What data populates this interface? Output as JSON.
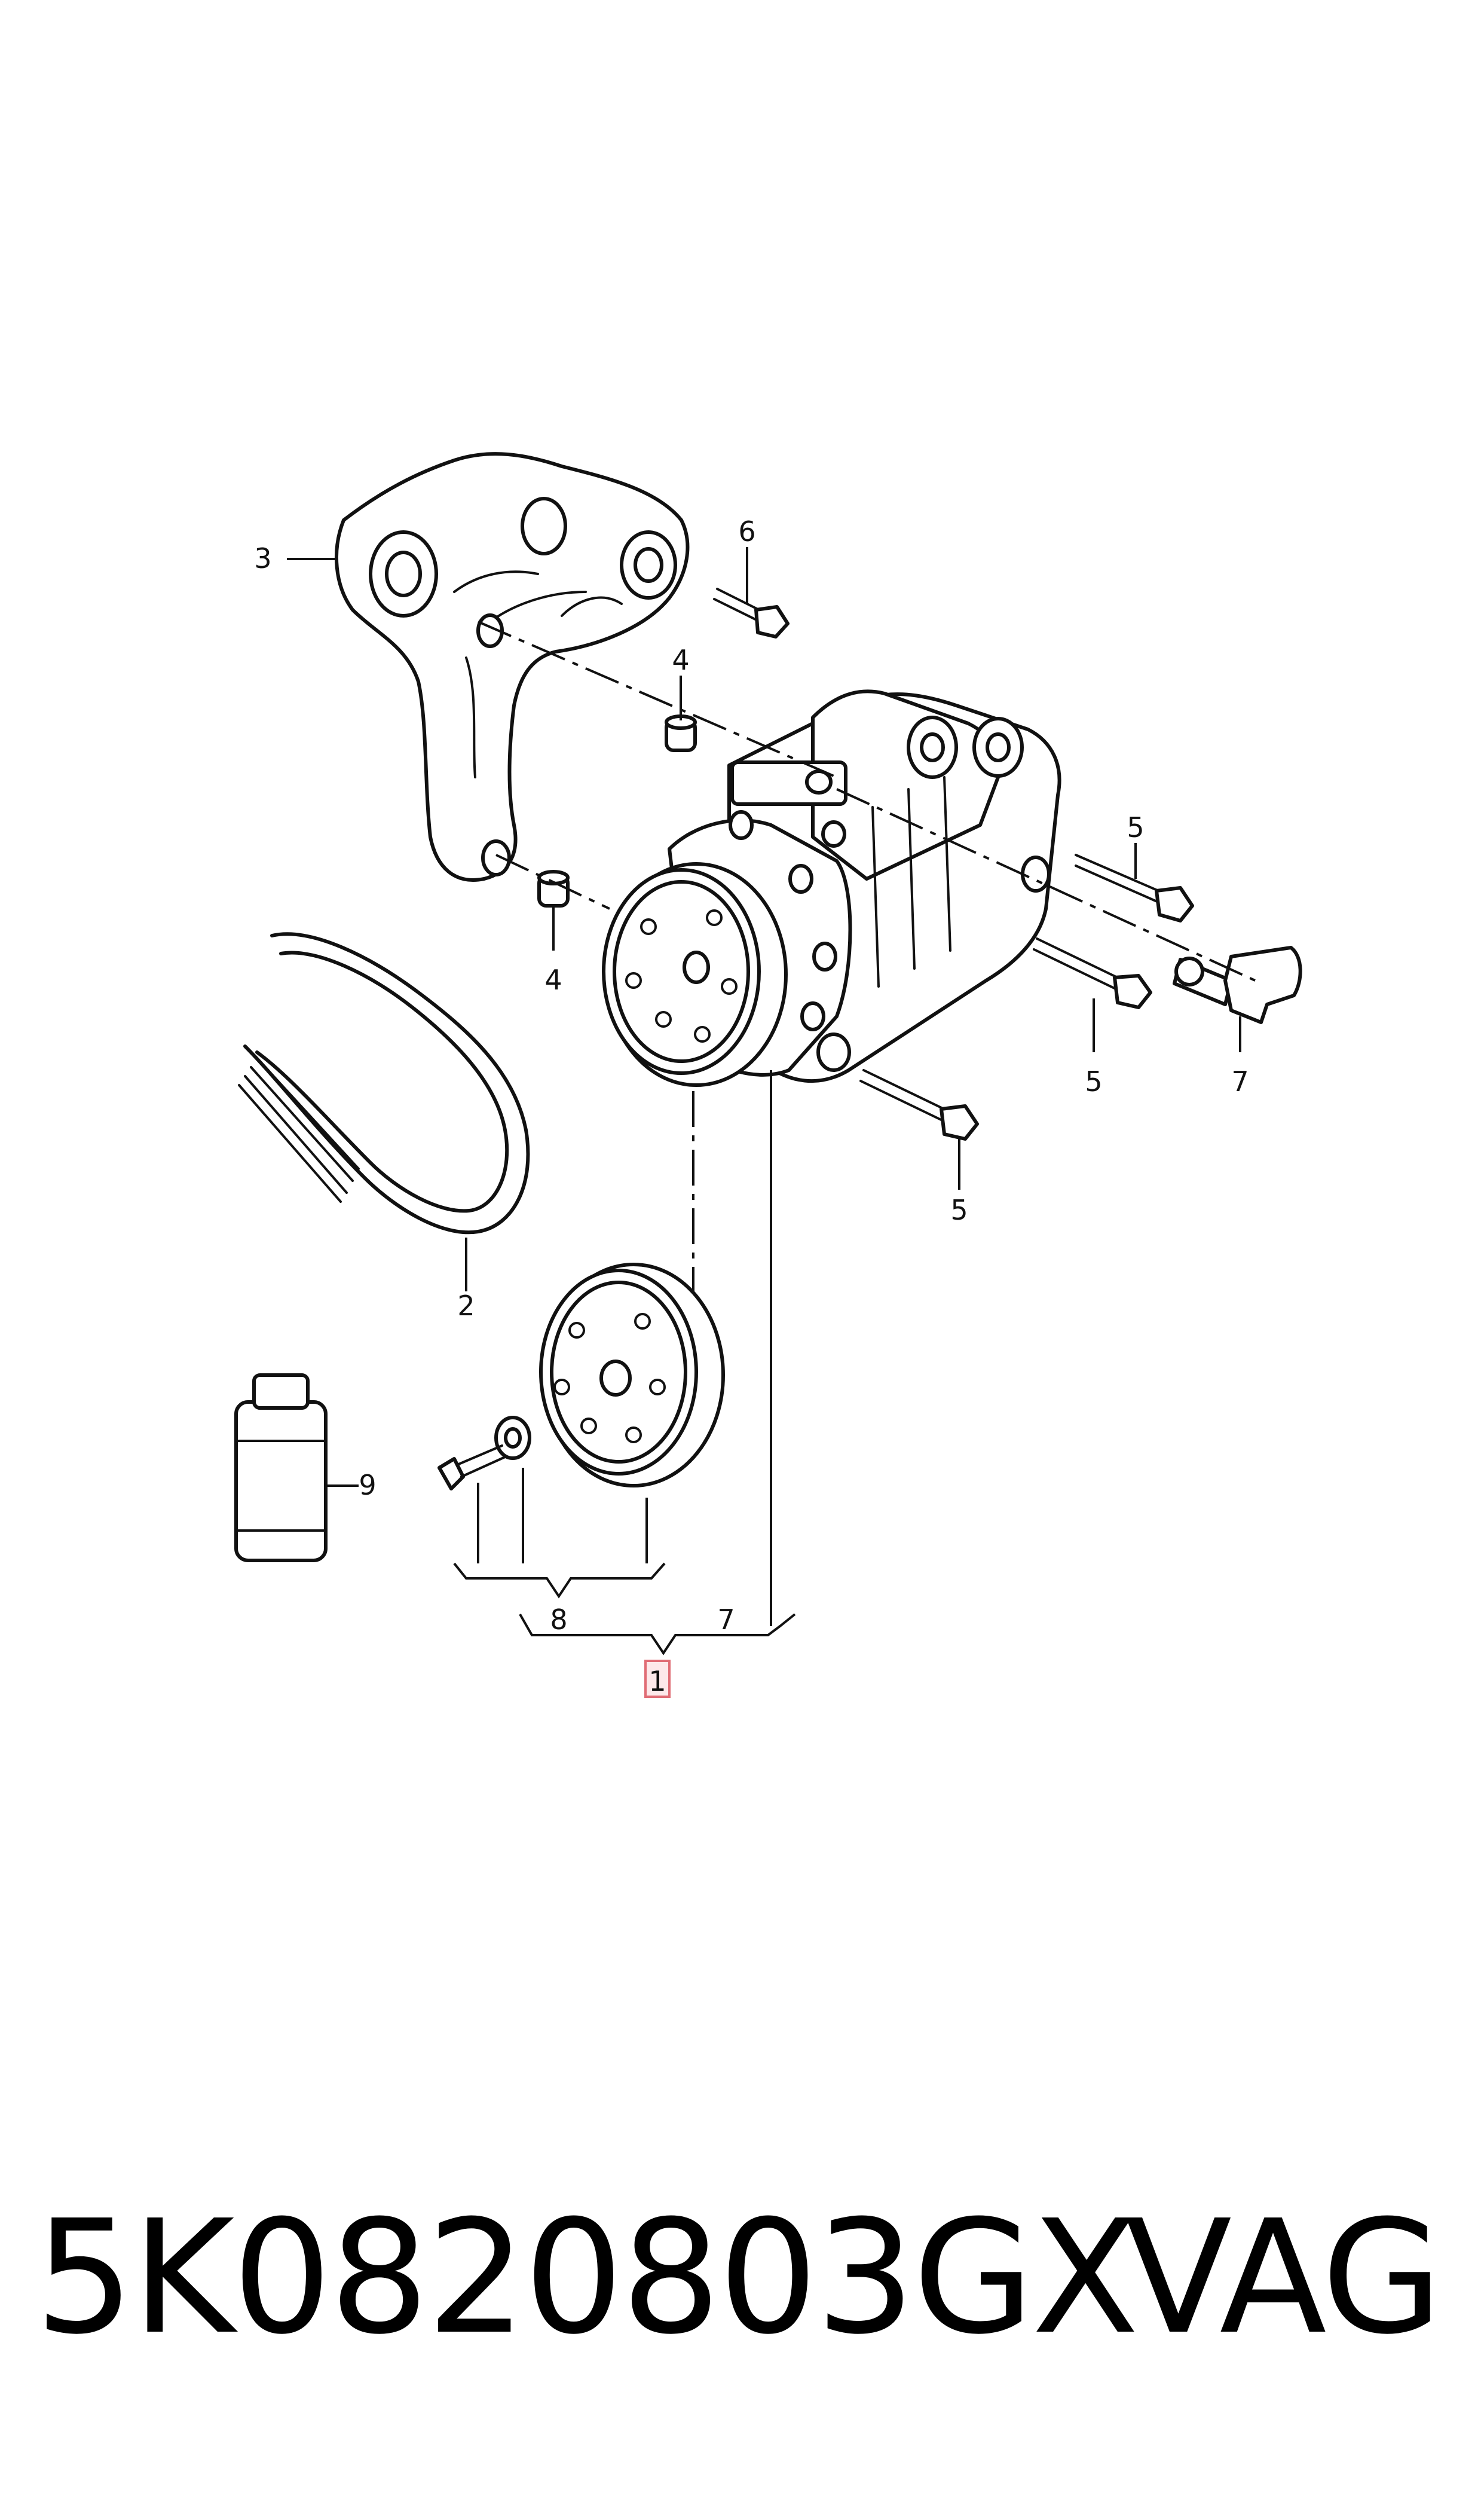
{
  "diagram": {
    "callouts": {
      "c1": "1",
      "c2": "2",
      "c3": "3",
      "c4a": "4",
      "c4b": "4",
      "c5a": "5",
      "c5b": "5",
      "c5c": "5",
      "c6": "6",
      "c7a": "7",
      "c7b": "7",
      "c8": "8",
      "c9": "9"
    },
    "highlight_color": "#e06c75"
  },
  "footer": {
    "part_number": "5K0820803GX",
    "brand": "VAG"
  }
}
